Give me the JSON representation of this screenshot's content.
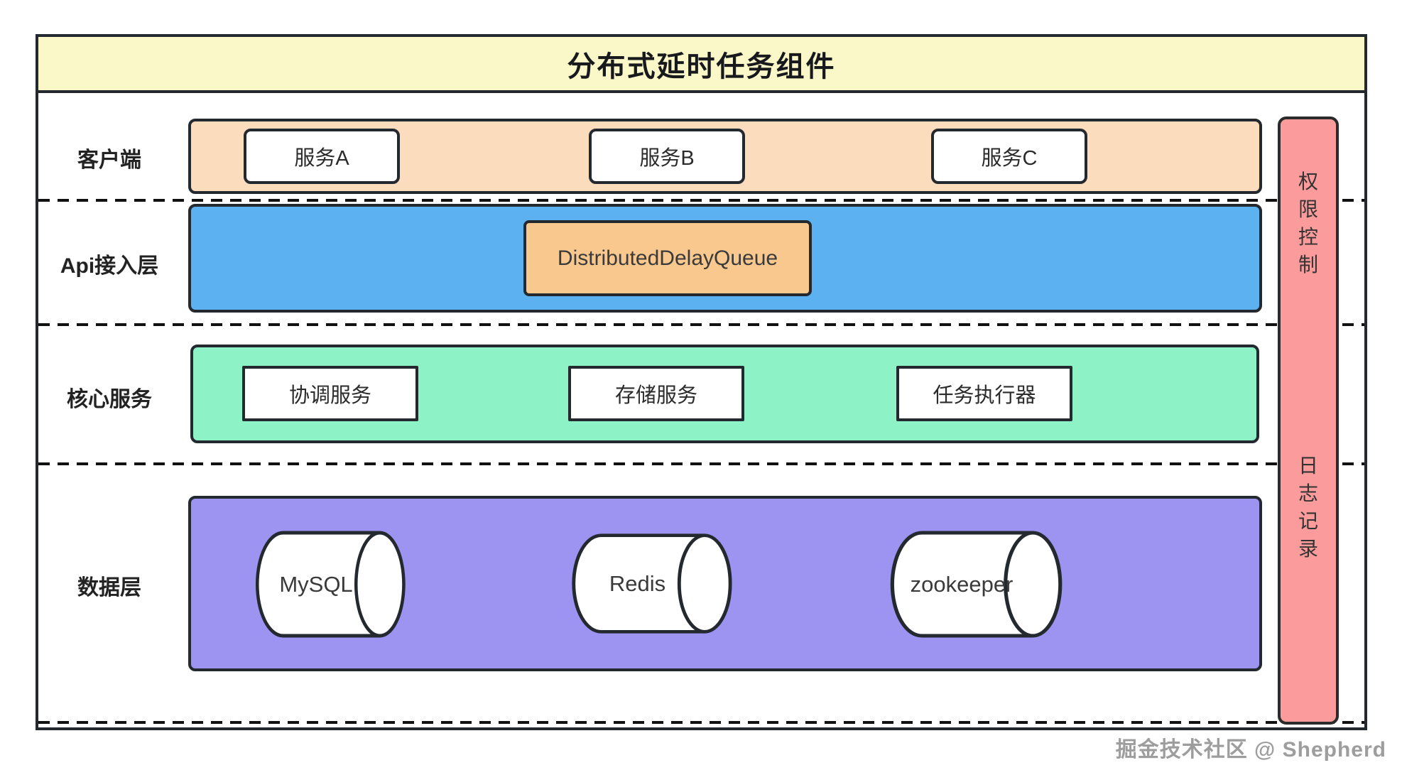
{
  "title": "分布式延时任务组件",
  "watermark": "掘金技术社区 @ Shepherd",
  "layers": [
    {
      "label": "客户端",
      "items": [
        "服务A",
        "服务B",
        "服务C"
      ]
    },
    {
      "label": "Api接入层",
      "items": [
        "DistributedDelayQueue"
      ]
    },
    {
      "label": "核心服务",
      "items": [
        "协调服务",
        "存储服务",
        "任务执行器"
      ]
    },
    {
      "label": "数据层",
      "items": [
        "MySQL",
        "Redis",
        "zookeeper"
      ]
    }
  ],
  "sidebar": {
    "top_label": "权限控制",
    "bottom_label": "日志记录"
  },
  "colors": {
    "title_bg": "#faf8c9",
    "client_panel": "#fbdcbd",
    "api_panel": "#5cb1f1",
    "queue_box": "#f9c88f",
    "core_panel": "#8df2c5",
    "data_panel": "#9d94f2",
    "sidebar_bar": "#fb9b9b",
    "ink": "#23292f"
  }
}
